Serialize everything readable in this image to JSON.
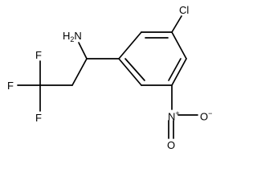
{
  "molecule": {
    "atoms": {
      "amine": "NH2",
      "amine_display": "H2N",
      "chlorine": "Cl",
      "fluorine_1": "F",
      "fluorine_2": "F",
      "fluorine_3": "F",
      "nitro_nitrogen": "N",
      "nitro_oxygen_top": "O",
      "nitro_oxygen_right": "O",
      "plus_charge": "+",
      "minus_charge": "−"
    }
  },
  "colors": {
    "bond": "#000000",
    "text": "#000000",
    "background": "#ffffff"
  }
}
